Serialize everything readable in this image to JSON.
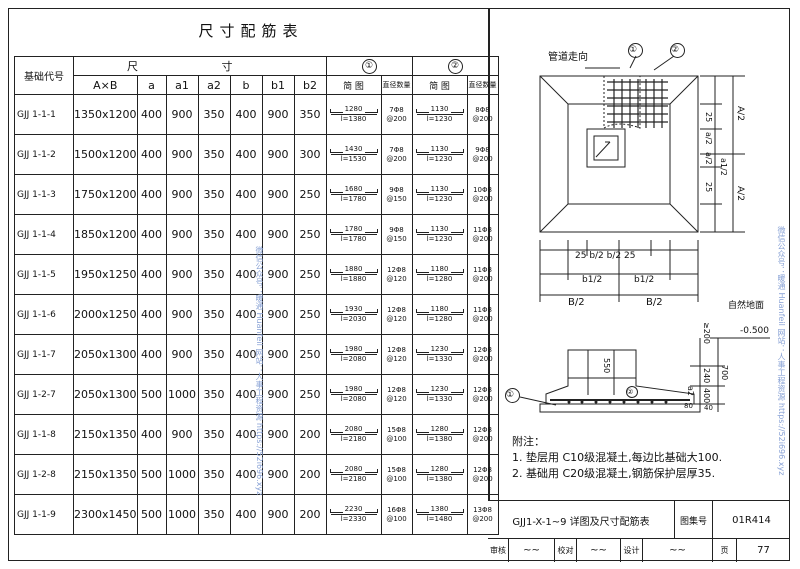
{
  "title": "尺寸配筋表",
  "headers": {
    "code": "基础代号",
    "dims": "尺 寸",
    "dim_cols": [
      "A×B",
      "a",
      "a1",
      "a2",
      "b",
      "b1",
      "b2"
    ],
    "group1": "①",
    "group2": "②",
    "simple_fig": "简 图",
    "dia_qty": "直径数量"
  },
  "rows": [
    {
      "code": "GJJ 1-1-1",
      "AxB": "1350x1200",
      "a": "400",
      "a1": "900",
      "a2": "350",
      "b": "400",
      "b1": "900",
      "b2": "350",
      "f1_top": "1280",
      "f1_bot": "l=1380",
      "d1a": "7Φ8",
      "d1b": "@200",
      "f2_top": "1130",
      "f2_bot": "l=1230",
      "d2a": "8Φ8",
      "d2b": "@200"
    },
    {
      "code": "GJJ 1-1-2",
      "AxB": "1500x1200",
      "a": "400",
      "a1": "900",
      "a2": "350",
      "b": "400",
      "b1": "900",
      "b2": "300",
      "f1_top": "1430",
      "f1_bot": "l=1530",
      "d1a": "7Φ8",
      "d1b": "@200",
      "f2_top": "1130",
      "f2_bot": "l=1230",
      "d2a": "9Φ8",
      "d2b": "@200"
    },
    {
      "code": "GJJ 1-1-3",
      "AxB": "1750x1200",
      "a": "400",
      "a1": "900",
      "a2": "350",
      "b": "400",
      "b1": "900",
      "b2": "250",
      "f1_top": "1680",
      "f1_bot": "l=1780",
      "d1a": "9Φ8",
      "d1b": "@150",
      "f2_top": "1130",
      "f2_bot": "l=1230",
      "d2a": "10Φ8",
      "d2b": "@200"
    },
    {
      "code": "GJJ 1-1-4",
      "AxB": "1850x1200",
      "a": "400",
      "a1": "900",
      "a2": "350",
      "b": "400",
      "b1": "900",
      "b2": "250",
      "f1_top": "1780",
      "f1_bot": "l=1780",
      "d1a": "9Φ8",
      "d1b": "@150",
      "f2_top": "1130",
      "f2_bot": "l=1230",
      "d2a": "11Φ8",
      "d2b": "@200"
    },
    {
      "code": "GJJ 1-1-5",
      "AxB": "1950x1250",
      "a": "400",
      "a1": "900",
      "a2": "350",
      "b": "400",
      "b1": "900",
      "b2": "250",
      "f1_top": "1880",
      "f1_bot": "l=1880",
      "d1a": "12Φ8",
      "d1b": "@120",
      "f2_top": "1180",
      "f2_bot": "l=1280",
      "d2a": "11Φ8",
      "d2b": "@200"
    },
    {
      "code": "GJJ 1-1-6",
      "AxB": "2000x1250",
      "a": "400",
      "a1": "900",
      "a2": "350",
      "b": "400",
      "b1": "900",
      "b2": "250",
      "f1_top": "1930",
      "f1_bot": "l=2030",
      "d1a": "12Φ8",
      "d1b": "@120",
      "f2_top": "1180",
      "f2_bot": "l=1280",
      "d2a": "11Φ8",
      "d2b": "@200"
    },
    {
      "code": "GJJ 1-1-7",
      "AxB": "2050x1300",
      "a": "400",
      "a1": "900",
      "a2": "350",
      "b": "400",
      "b1": "900",
      "b2": "250",
      "f1_top": "1980",
      "f1_bot": "l=2080",
      "d1a": "12Φ8",
      "d1b": "@120",
      "f2_top": "1230",
      "f2_bot": "l=1330",
      "d2a": "12Φ8",
      "d2b": "@200"
    },
    {
      "code": "GJJ 1-2-7",
      "AxB": "2050x1300",
      "a": "500",
      "a1": "1000",
      "a2": "350",
      "b": "400",
      "b1": "900",
      "b2": "250",
      "f1_top": "1980",
      "f1_bot": "l=2080",
      "d1a": "12Φ8",
      "d1b": "@120",
      "f2_top": "1230",
      "f2_bot": "l=1330",
      "d2a": "12Φ8",
      "d2b": "@200"
    },
    {
      "code": "GJJ 1-1-8",
      "AxB": "2150x1350",
      "a": "400",
      "a1": "900",
      "a2": "350",
      "b": "400",
      "b1": "900",
      "b2": "200",
      "f1_top": "2080",
      "f1_bot": "l=2180",
      "d1a": "15Φ8",
      "d1b": "@100",
      "f2_top": "1280",
      "f2_bot": "l=1380",
      "d2a": "12Φ8",
      "d2b": "@200"
    },
    {
      "code": "GJJ 1-2-8",
      "AxB": "2150x1350",
      "a": "500",
      "a1": "1000",
      "a2": "350",
      "b": "400",
      "b1": "900",
      "b2": "200",
      "f1_top": "2080",
      "f1_bot": "l=2180",
      "d1a": "15Φ8",
      "d1b": "@100",
      "f2_top": "1280",
      "f2_bot": "l=1380",
      "d2a": "12Φ8",
      "d2b": "@200"
    },
    {
      "code": "GJJ 1-1-9",
      "AxB": "2300x1450",
      "a": "500",
      "a1": "1000",
      "a2": "350",
      "b": "400",
      "b1": "900",
      "b2": "200",
      "f1_top": "2230",
      "f1_bot": "l=2330",
      "d1a": "16Φ8",
      "d1b": "@100",
      "f2_top": "1380",
      "f2_bot": "l=1480",
      "d2a": "13Φ8",
      "d2b": "@200"
    }
  ],
  "plan": {
    "pipe_dir": "管道走向",
    "m1": "①",
    "m2": "②",
    "dim_a2_top": "A/2",
    "dim_a2_bot": "A/2",
    "dim_25_top": "25",
    "dim_a2": "a/2",
    "dim_a12": "a/2",
    "dim_a1_2": "a1/2",
    "dim_25_bot": "25",
    "dim_b_row": "25 b/2 b/2 25",
    "dim_b1": "b1/2",
    "dim_b1b": "b1/2",
    "dim_B1": "B/2",
    "dim_B2": "B/2"
  },
  "section": {
    "ground": "自然地面",
    "level": "-0.500",
    "d200": "≥200",
    "d240": "240",
    "d700": "700",
    "d550": "550",
    "d400": "400",
    "a2": "a2",
    "d80": "80",
    "d40": "40",
    "m1": "①",
    "m2": "②"
  },
  "notes": {
    "heading": "附注：",
    "n1": "1. 垫层用 C10级混凝土,每边比基础大100.",
    "n2": "2. 基础用 C20级混凝土,钢筋保护层厚35."
  },
  "titleblock": {
    "drawing_title": "GJJ1-X-1~9 详图及尺寸配筋表",
    "atlas_label": "图集号",
    "atlas_no": "01R414",
    "review": "审核",
    "check": "校对",
    "design": "设计",
    "page_label": "页",
    "page_no": "77"
  },
  "watermarks": {
    "left": "微信公众号：暖通 Huanfeil 网站：人事工程资源 https://52i696.xyz",
    "right": "微信公众号：暖通 Huanfeil 网站：人事工程资源 https://52i696.xyz"
  }
}
